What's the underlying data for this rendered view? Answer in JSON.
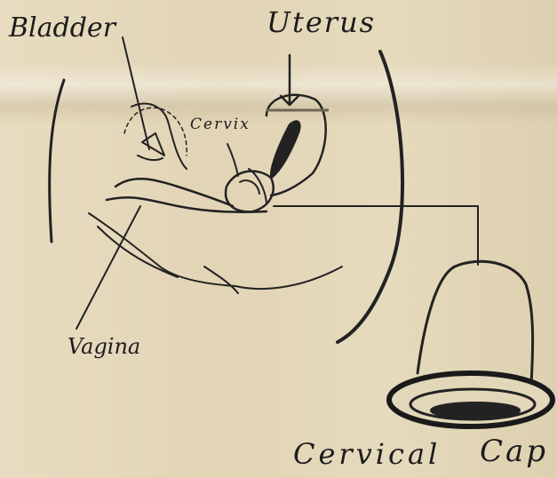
{
  "labels": {
    "bladder": "Bladder",
    "uterus": "Uterus",
    "cervix": "Cervix",
    "vagina": "Vagina",
    "cervical": "Cervical",
    "cap": "Cap"
  },
  "colors": {
    "paper": "#e3d7b9",
    "ink": "#222222"
  }
}
